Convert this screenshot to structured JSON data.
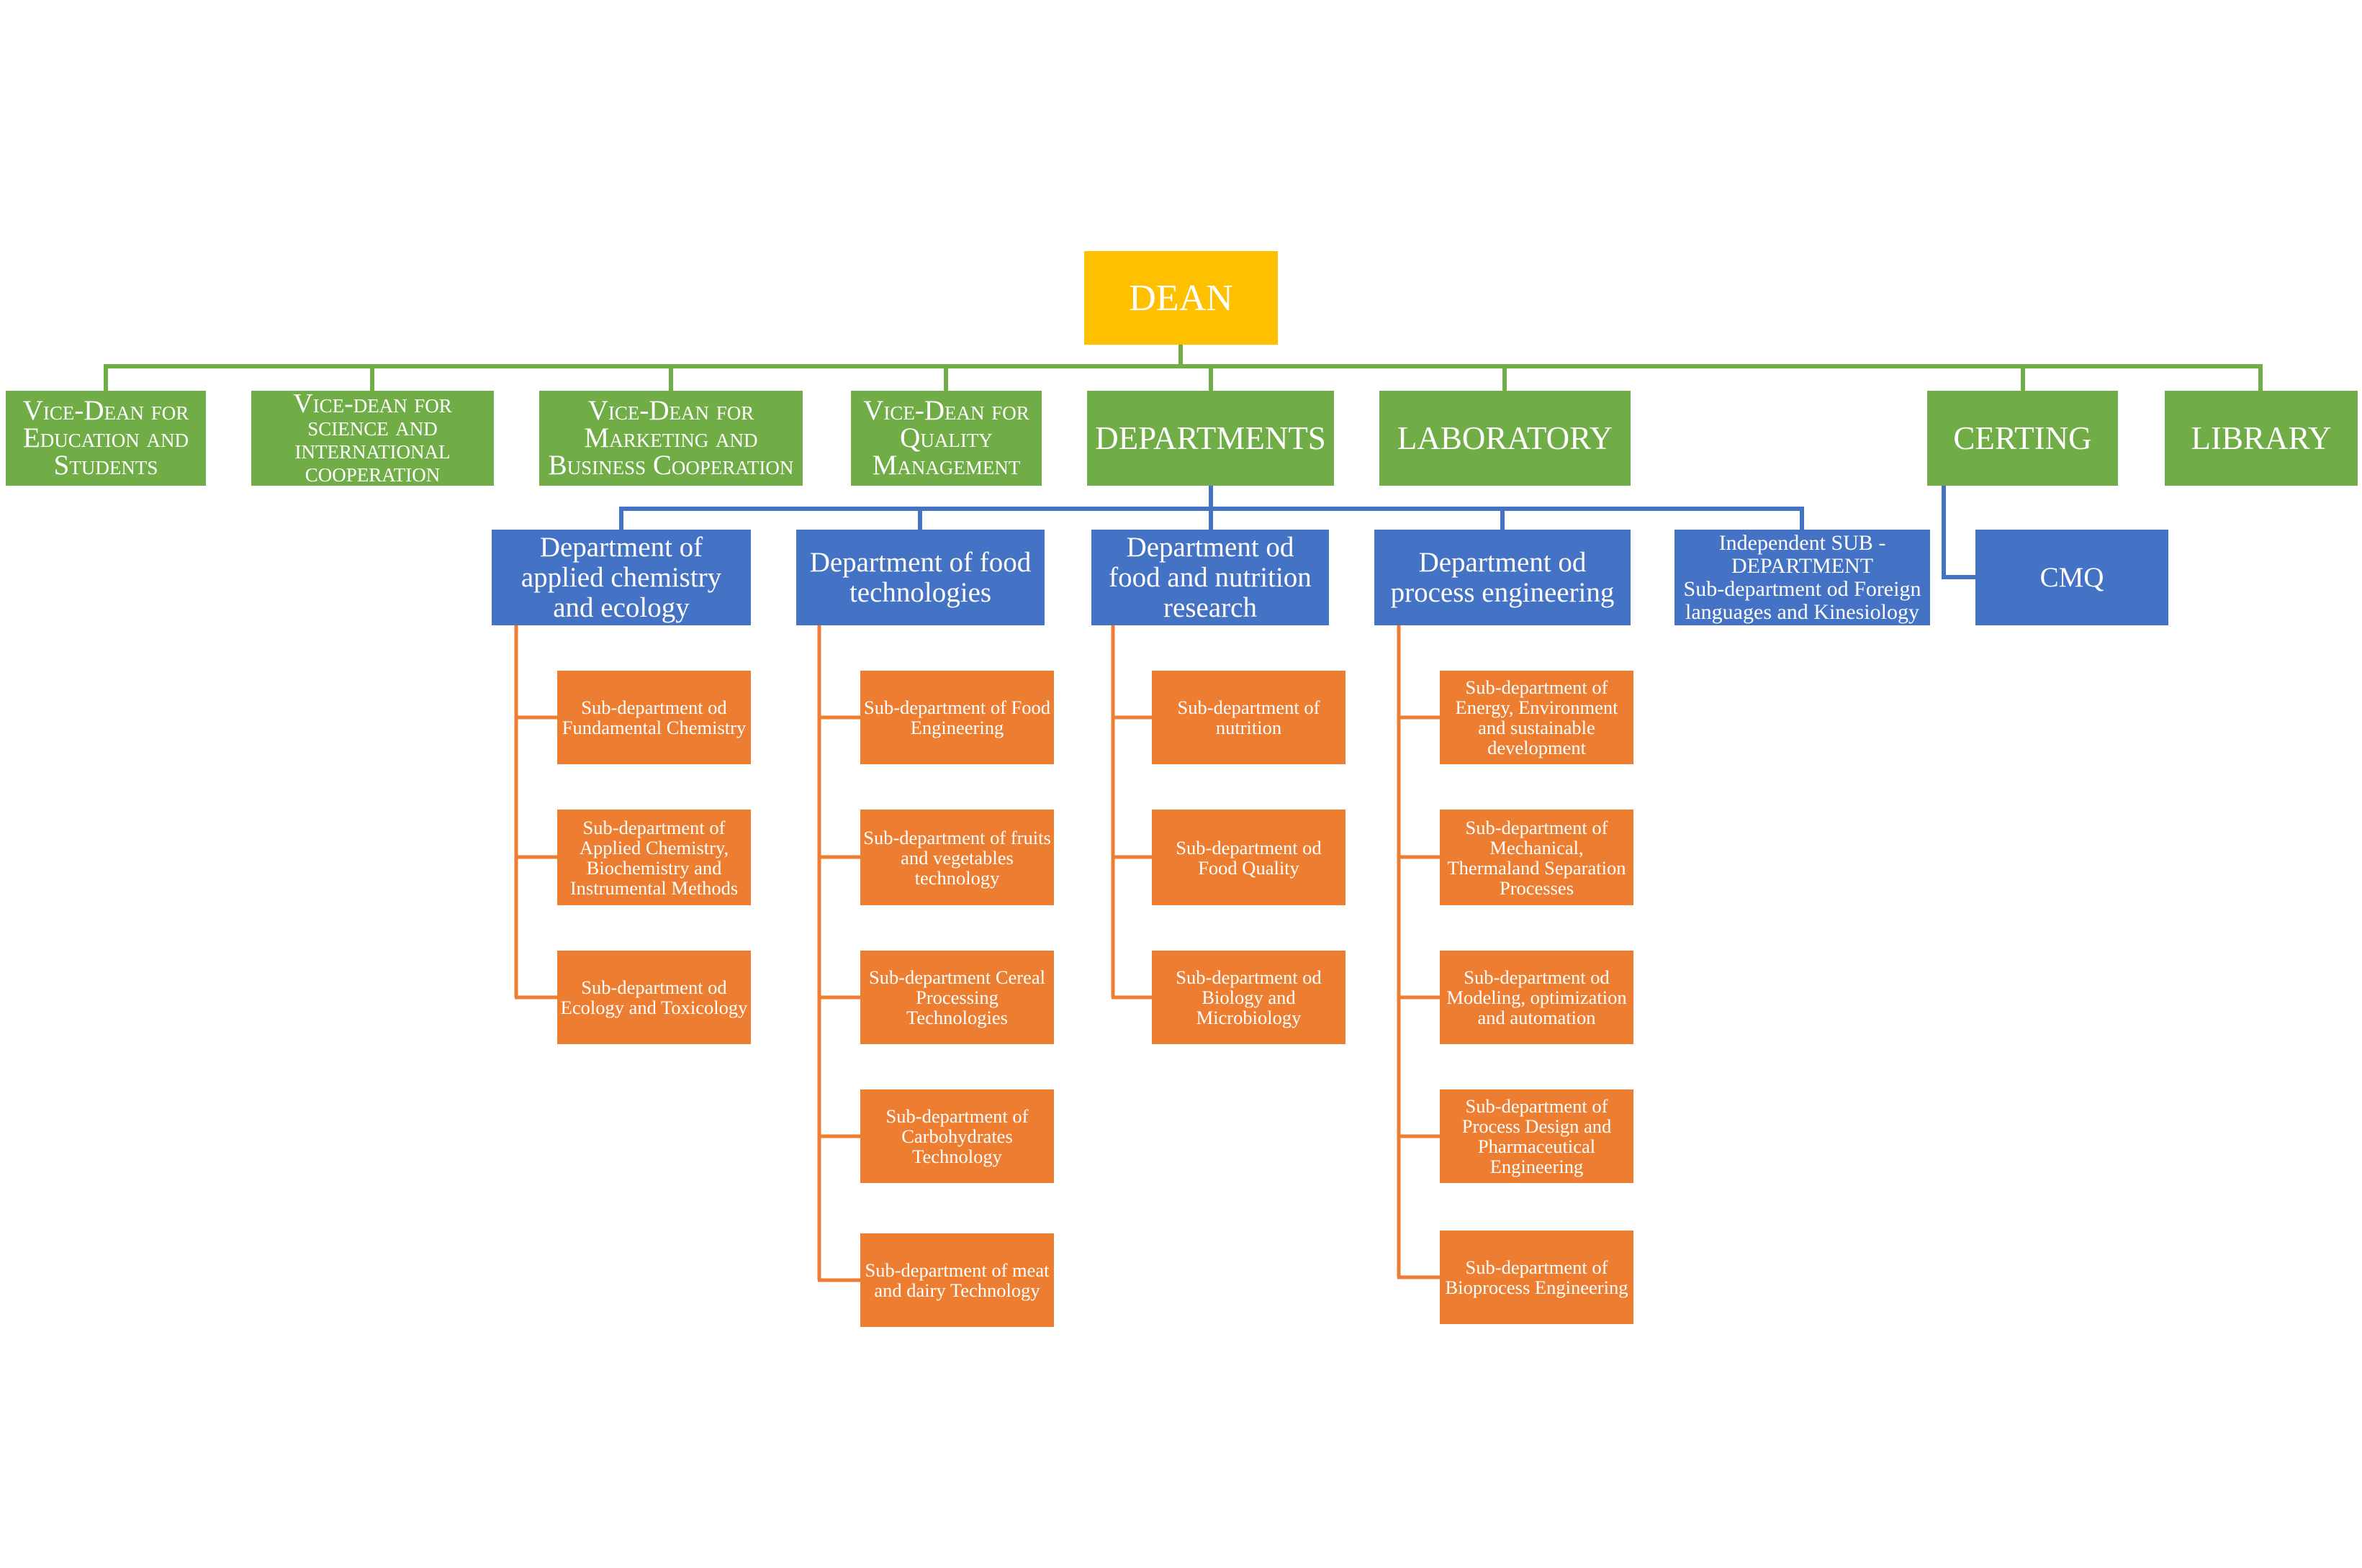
{
  "colors": {
    "dean": "#FFC000",
    "top_level": "#70AD47",
    "departments": "#4472C4",
    "subdepartments": "#ED7D31",
    "text": "#FFFFFF"
  },
  "dean": "DEAN",
  "top_level": [
    "Vice-Dean for Education and Students",
    "Vice-dean for science and international cooperation",
    "Vice-Dean for Marketing and Business Cooperation",
    "Vice-Dean for Quality Management",
    "DEPARTMENTS",
    "LABORATORY",
    "CERTING",
    "LIBRARY"
  ],
  "departments": [
    {
      "label": "Department of applied chemistry and ecology",
      "subdepartments": [
        "Sub-department od Fundamental Chemistry",
        "Sub-department of Applied Chemistry, Biochemistry and Instrumental Methods",
        "Sub-department od Ecology and Toxicology"
      ]
    },
    {
      "label": "Department of food technologies",
      "subdepartments": [
        "Sub-department of Food Engineering",
        "Sub-department of fruits and vegetables technology",
        "Sub-department Cereal Processing Technologies",
        "Sub-department of Carbohydrates Technology",
        "Sub-department of meat and dairy Technology"
      ]
    },
    {
      "label": "Department od food and nutrition research",
      "subdepartments": [
        "Sub-department of nutrition",
        "Sub-department od Food Quality",
        "Sub-department od Biology and Microbiology"
      ]
    },
    {
      "label": "Department od process engineering",
      "subdepartments": [
        "Sub-department of Energy, Environment and sustainable development",
        "Sub-department of Mechanical, Thermaland Separation Processes",
        "Sub-department od Modeling, optimization and automation",
        "Sub-department of Process Design and Pharmaceutical Engineering",
        "Sub-department of Bioprocess Engineering"
      ]
    }
  ],
  "independent_subdepartment": {
    "title": "Independent SUB - DEPARTMENT",
    "name": "Sub-department od Foreign languages and Kinesiology"
  },
  "certing_unit": "CMQ"
}
